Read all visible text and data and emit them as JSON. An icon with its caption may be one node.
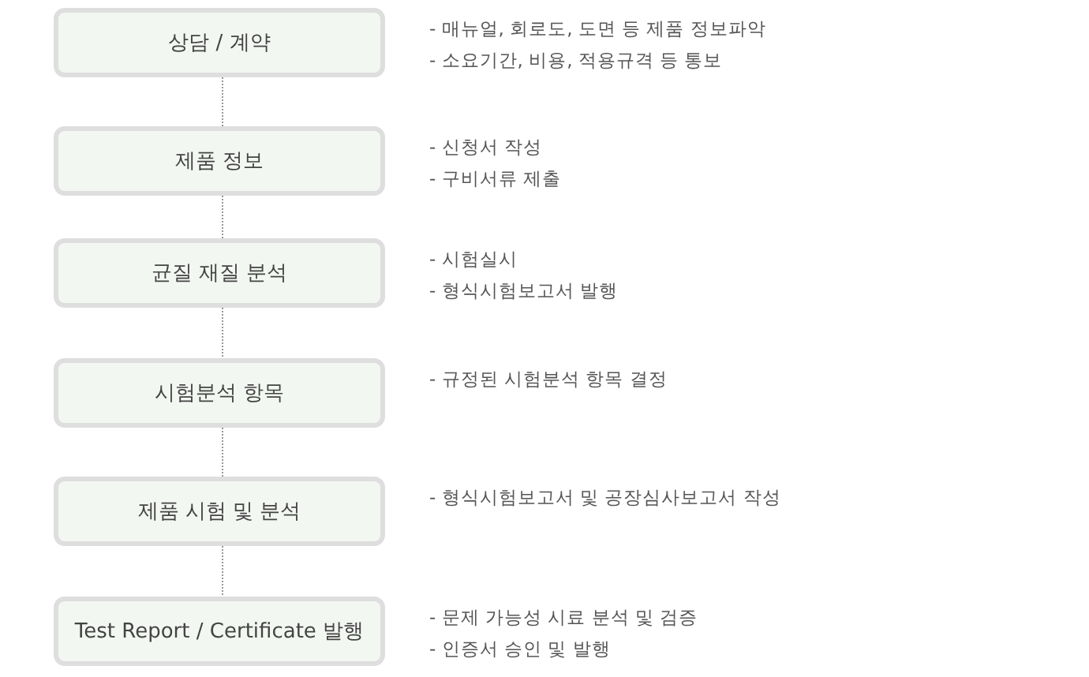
{
  "diagram": {
    "nodes": [
      {
        "text": [
          "상담 / 계약"
        ],
        "beside": [
          "- 매뉴얼, 회로도, 도면 등 제품 정보파악",
          "- 소요기간, 비용, 적용규격 등 통보"
        ]
      },
      {
        "text": [
          "제품 정보"
        ],
        "beside": [
          "- 신청서 작성",
          "- 구비서류 제출"
        ]
      },
      {
        "text": [
          "균질 재질 분석"
        ],
        "beside": [
          "- 시험실시",
          "- 형식시험보고서 발행"
        ]
      },
      {
        "text": [
          "시험분석 항목"
        ],
        "beside": [
          "- 규정된 시험분석 항목 결정"
        ]
      },
      {
        "text": [
          "제품 시험 및 분석"
        ],
        "beside": [
          "- 형식시험보고서 및 공장심사보고서 작성"
        ]
      },
      {
        "text": [
          "Test Report / Certificate 발행"
        ],
        "beside": [
          "- 문제 가능성 시료 분석 및 검증",
          "- 인증서 승인 및 발행"
        ]
      }
    ],
    "edges": [
      {
        "from": 0,
        "to": 1,
        "arrow": "none"
      },
      {
        "from": 1,
        "to": 2,
        "arrow": "none"
      },
      {
        "from": 2,
        "to": 3,
        "arrow": "none"
      },
      {
        "from": 3,
        "to": 4,
        "arrow": "none"
      },
      {
        "from": 4,
        "to": 5,
        "arrow": "none"
      }
    ]
  }
}
